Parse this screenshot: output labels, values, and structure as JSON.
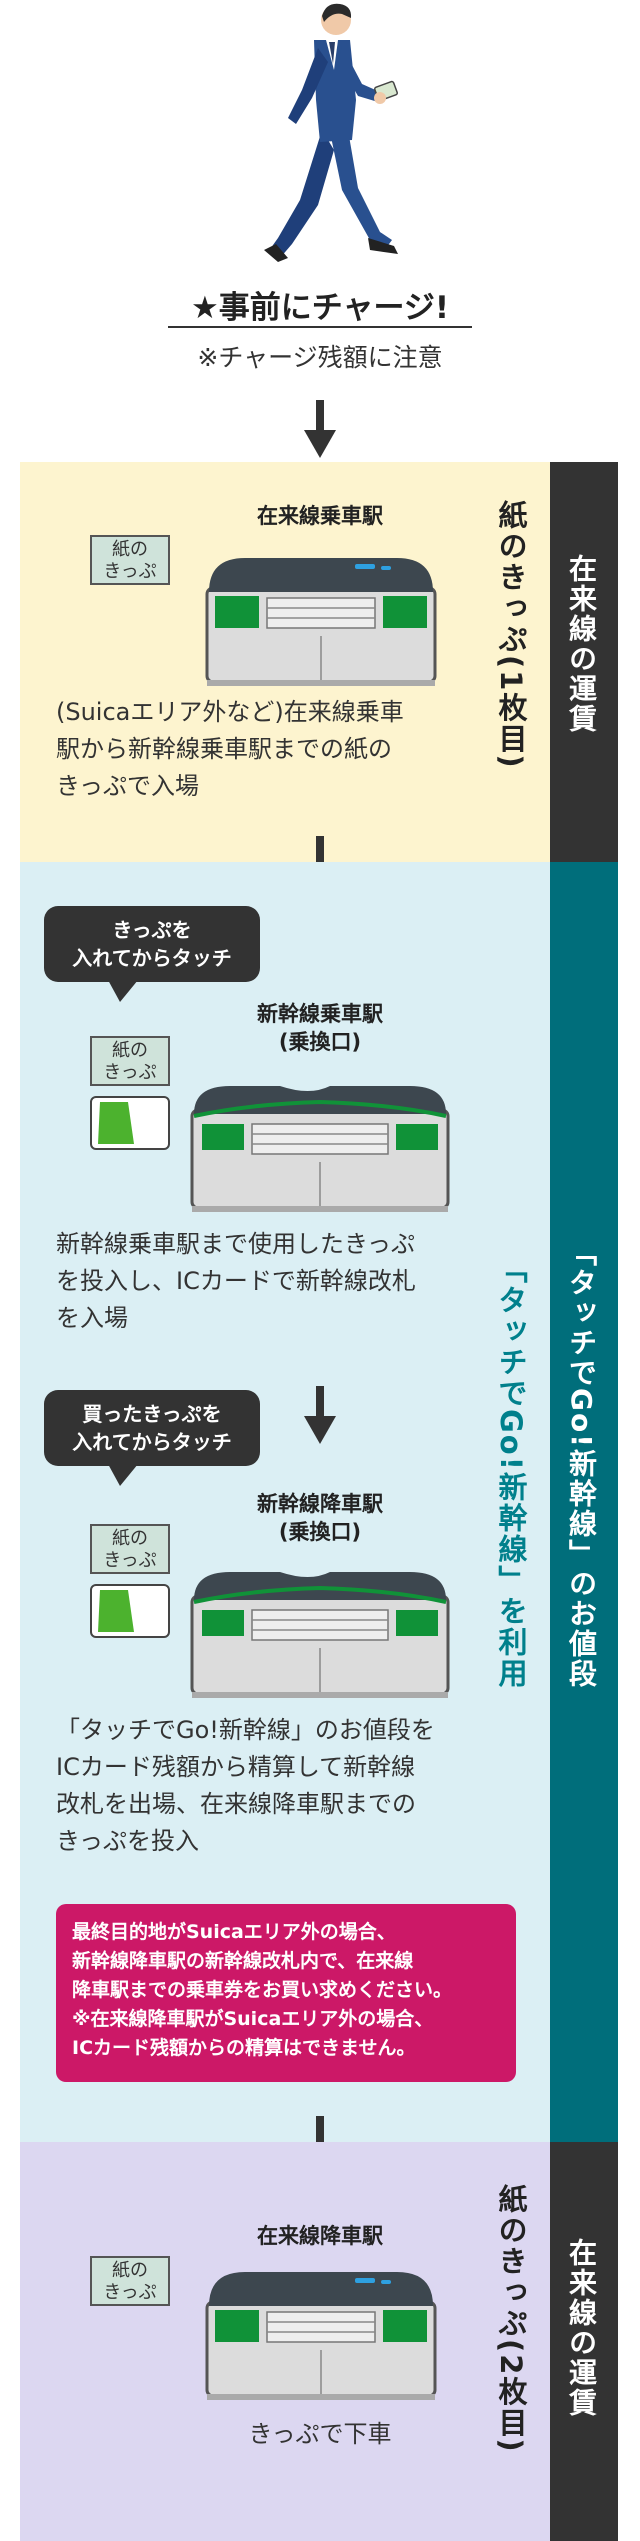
{
  "header": {
    "title": "★事前にチャージ!",
    "subtitle": "※チャージ残額に注意"
  },
  "section1": {
    "band_label": "在来線の運賃",
    "vertical_label": "紙のきっぷ(1枚目)",
    "ticket_label_1": "紙の",
    "ticket_label_2": "きっぷ",
    "station": "在来線乗車駅",
    "text_lines": [
      "(Suicaエリア外など)在来線乗車",
      "駅から新幹線乗車駅までの紙の",
      "きっぷで入場"
    ]
  },
  "section2": {
    "band_label": "「タッチでGo!新幹線」のお値段",
    "vertical_label": "「タッチでGo!新幹線」を利用",
    "bubble1_lines": [
      "きっぷを",
      "入れてからタッチ"
    ],
    "ticket_label_1": "紙の",
    "ticket_label_2": "きっぷ",
    "station1_lines": [
      "新幹線乗車駅",
      "(乗換口)"
    ],
    "text1_lines": [
      "新幹線乗車駅まで使用したきっぷ",
      "を投入し、ICカードで新幹線改札",
      "を入場"
    ],
    "bubble2_lines": [
      "買ったきっぷを",
      "入れてからタッチ"
    ],
    "station2_lines": [
      "新幹線降車駅",
      "(乗換口)"
    ],
    "text2_lines": [
      "「タッチでGo!新幹線」のお値段を",
      "ICカード残額から精算して新幹線",
      "改札を出場、在来線降車駅までの",
      "きっぷを投入"
    ],
    "warning_lines": [
      "最終目的地がSuicaエリア外の場合、",
      "新幹線降車駅の新幹線改札内で、在来線",
      "降車駅までの乗車券をお買い求めください。",
      "※在来線降車駅がSuicaエリア外の場合、",
      "ICカード残額からの精算はできません。"
    ]
  },
  "section3": {
    "band_label": "在来線の運賃",
    "vertical_label": "紙のきっぷ(2枚目)",
    "ticket_label_1": "紙の",
    "ticket_label_2": "きっぷ",
    "station": "在来線降車駅",
    "text": "きっぷで下車"
  },
  "colors": {
    "yellow_section": "#fdf4cf",
    "blue_section": "#dbeff4",
    "lavender_section": "#dcd7f1",
    "dark_band": "#333333",
    "teal_band": "#006e7b",
    "teal_text": "#00808c",
    "gate_green": "#109238",
    "card_green": "#4cb22e",
    "warning": "#cc1867"
  }
}
